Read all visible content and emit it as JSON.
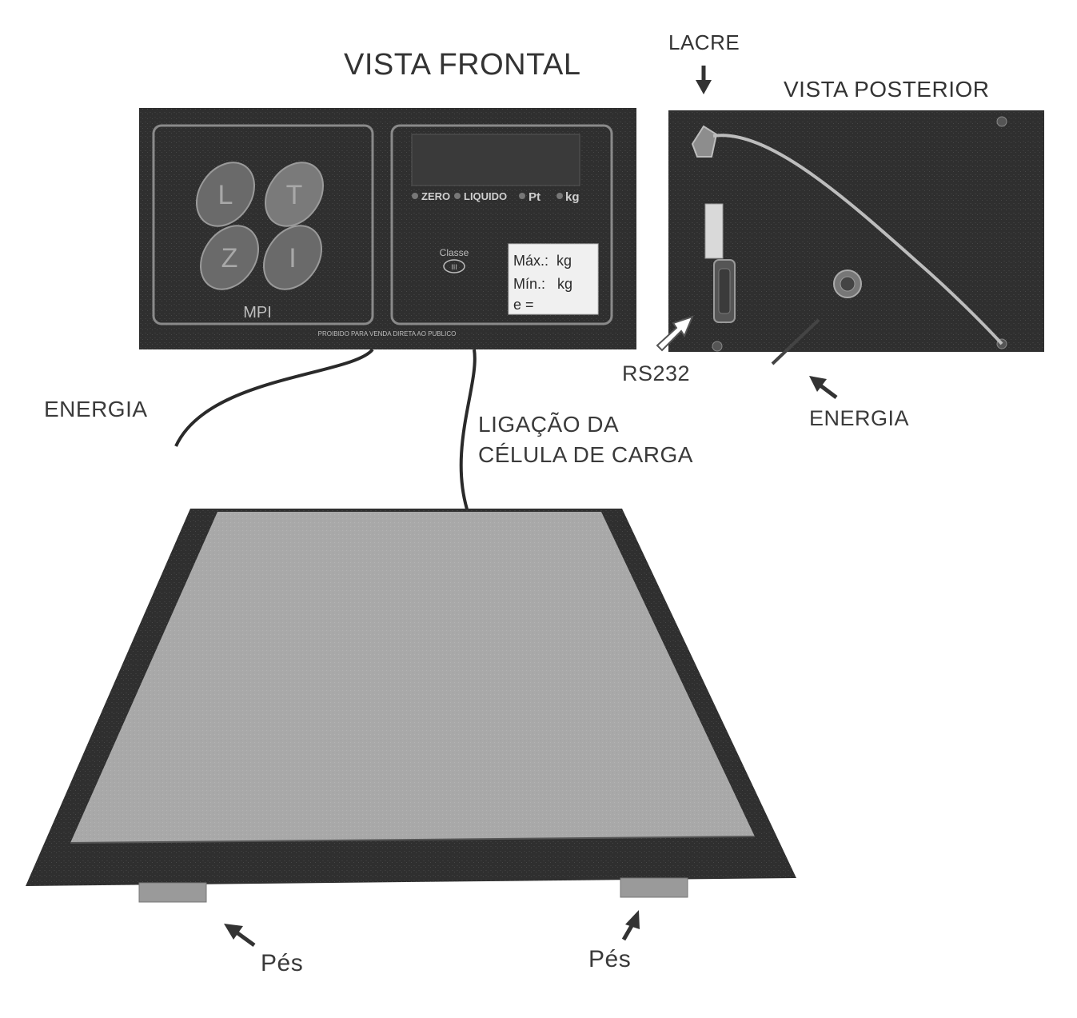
{
  "labels": {
    "front_view": "VISTA FRONTAL",
    "rear_view": "VISTA POSTERIOR",
    "seal": "LACRE",
    "power_left": "ENERGIA",
    "power_right": "ENERGIA",
    "rs232": "RS232",
    "load_cell_line1": "LIGAÇÃO DA",
    "load_cell_line2": "CÉLULA DE CARGA",
    "feet_left": "Pés",
    "feet_right": "Pés"
  },
  "front_panel": {
    "keys": [
      "L",
      "T",
      "Z",
      "I"
    ],
    "brand": "MPI",
    "indicators": [
      "ZERO",
      "LIQUIDO",
      "Pt",
      "kg"
    ],
    "class_text": "Classe",
    "class_mark": "III",
    "plate_lines": [
      "Máx.:  kg",
      "Mín.:   kg",
      "e ="
    ],
    "footer_text": "PROIBIDO PARA VENDA DIRETA AO PUBLICO"
  },
  "colors": {
    "panel_dark": "#2e2e2e",
    "platform_top": "#a8a8a8",
    "platform_frame": "#262626",
    "text": "#3a3a3a"
  }
}
